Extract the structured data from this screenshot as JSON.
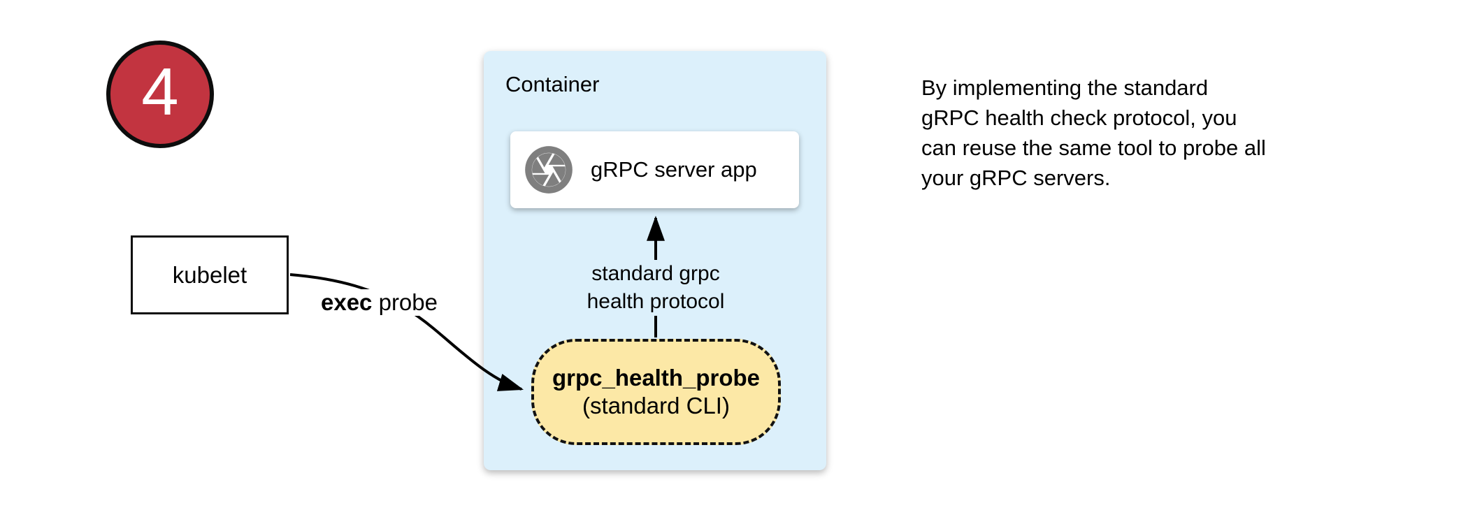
{
  "step_badge": {
    "number": "4",
    "fill_color": "#C23440",
    "border_color": "#0d0d0d",
    "number_color": "#ffffff"
  },
  "kubelet_box": {
    "label": "kubelet"
  },
  "exec_probe_label": {
    "bold": "exec",
    "rest": " probe"
  },
  "container": {
    "label": "Container",
    "bg_color": "#DCF0FB",
    "server_box": {
      "label": "gRPC server app",
      "icon": "aperture-icon",
      "icon_color": "#7F7F7F"
    },
    "protocol_arrow_label": {
      "line1": "standard grpc",
      "line2": "health protocol"
    },
    "probe_box": {
      "name": "grpc_health_probe",
      "subtitle": "(standard CLI)",
      "bg_color": "#FCE8A6"
    }
  },
  "note": {
    "lines": [
      "By implementing the standard",
      "gRPC health check protocol, you",
      "can reuse the same tool to probe all",
      "your gRPC servers."
    ]
  }
}
